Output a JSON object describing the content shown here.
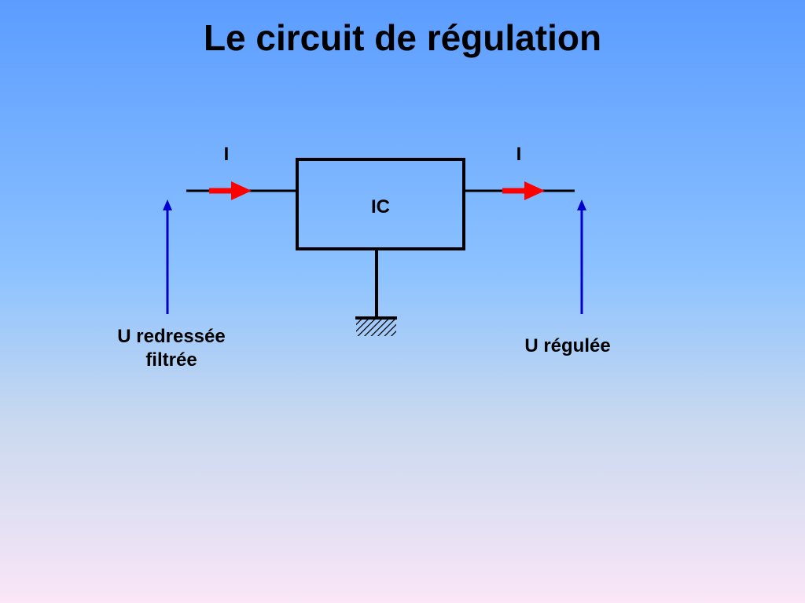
{
  "title": "Le circuit de régulation",
  "diagram": {
    "current_in_label": "I",
    "current_out_label": "I",
    "ic_label": "IC",
    "input_voltage_label": "U redressée filtrée",
    "output_voltage_label": "U régulée"
  },
  "colors": {
    "current_arrow": "#ff0000",
    "voltage_arrow": "#0000cc",
    "wire": "#000000",
    "ic_box_fill": "#8cc2ff"
  }
}
